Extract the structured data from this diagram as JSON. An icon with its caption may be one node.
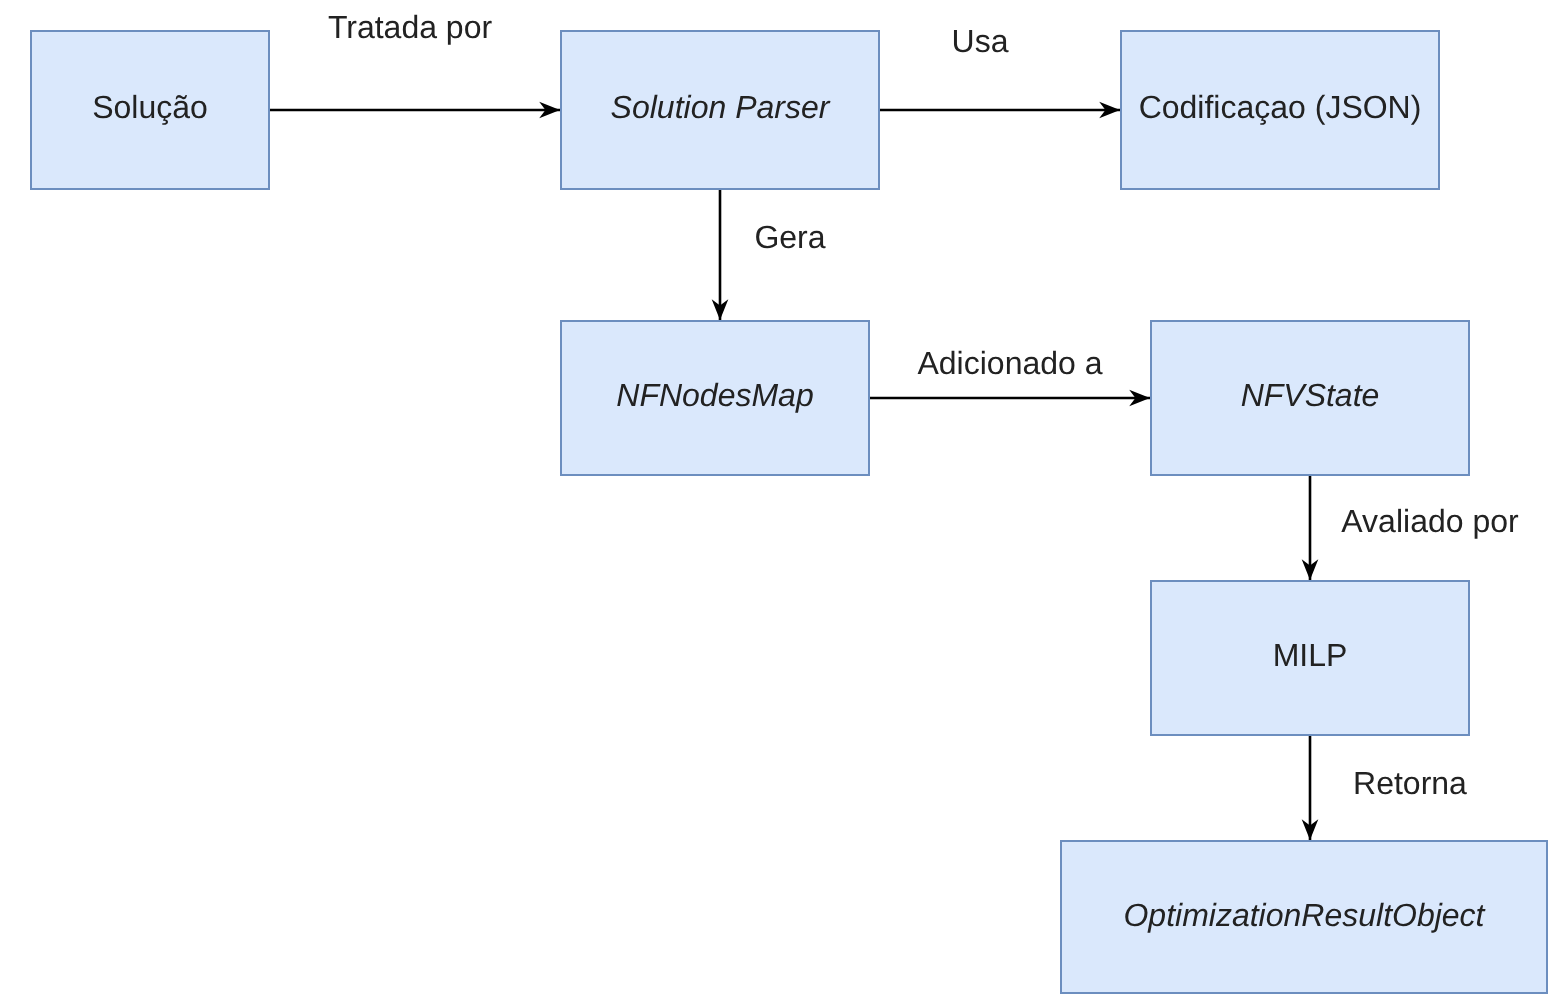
{
  "diagram": {
    "nodes": [
      {
        "text": [
          "Solução"
        ]
      },
      {
        "text": [
          "Solution Parser"
        ]
      },
      {
        "text": [
          "Codificaçao (JSON)"
        ]
      },
      {
        "text": [
          "NFNodesMap"
        ]
      },
      {
        "text": [
          "NFVState"
        ]
      },
      {
        "text": [
          "MILP"
        ]
      },
      {
        "text": [
          "OptimizationResultObject"
        ]
      }
    ],
    "edges": [
      {
        "from": 0,
        "to": 1,
        "arrow": "to",
        "label": "Tratada por"
      },
      {
        "from": 1,
        "to": 2,
        "arrow": "to",
        "label": "Usa"
      },
      {
        "from": 1,
        "to": 3,
        "arrow": "to",
        "label": "Gera"
      },
      {
        "from": 3,
        "to": 4,
        "arrow": "to",
        "label": "Adicionado a"
      },
      {
        "from": 4,
        "to": 5,
        "arrow": "to",
        "label": "Avaliado por"
      },
      {
        "from": 5,
        "to": 6,
        "arrow": "to",
        "label": "Retorna"
      }
    ]
  }
}
